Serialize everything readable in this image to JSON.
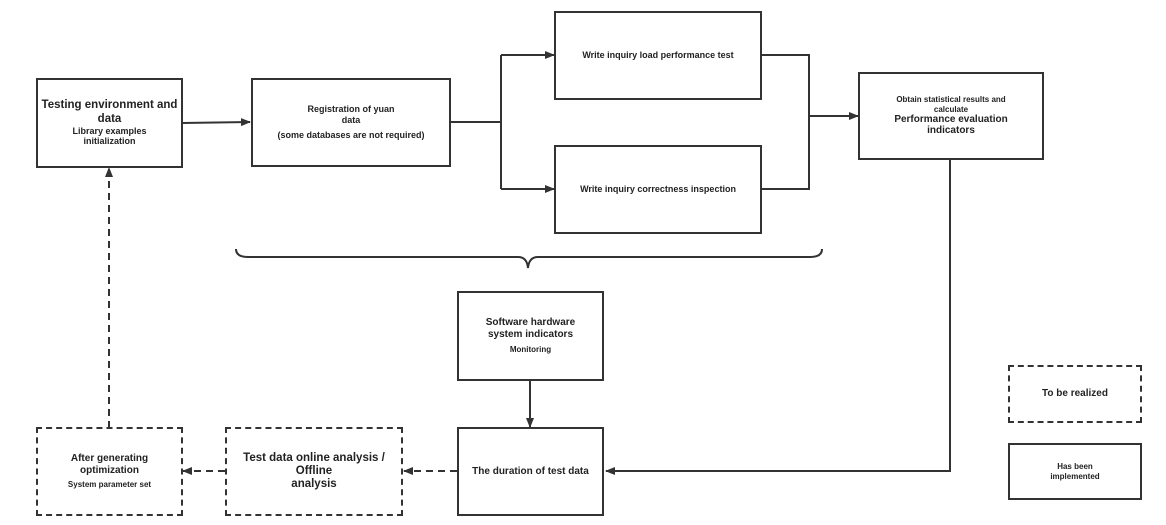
{
  "boxes": {
    "env": {
      "title": "Testing environment and data",
      "sub": "Library examples initialization"
    },
    "registration": {
      "line1": "Registration of yuan",
      "line2": "data",
      "line3": "(some databases are not required)"
    },
    "load_test": {
      "label": "Write inquiry load performance test"
    },
    "correctness": {
      "label": "Write inquiry correctness inspection"
    },
    "stats": {
      "line1": "Obtain statistical results and calculate",
      "line2": "Performance evaluation indicators"
    },
    "monitoring": {
      "title": "Software hardware system indicators",
      "sub": "Monitoring"
    },
    "duration": {
      "label": "The duration of test data"
    },
    "analysis": {
      "line1": "Test data online analysis /",
      "line2": "Offline analysis"
    },
    "optimization": {
      "title": "After generating optimization",
      "sub": "System parameter set"
    }
  },
  "legend": {
    "to_be_realized": "To be realized",
    "implemented": "Has been implemented"
  }
}
